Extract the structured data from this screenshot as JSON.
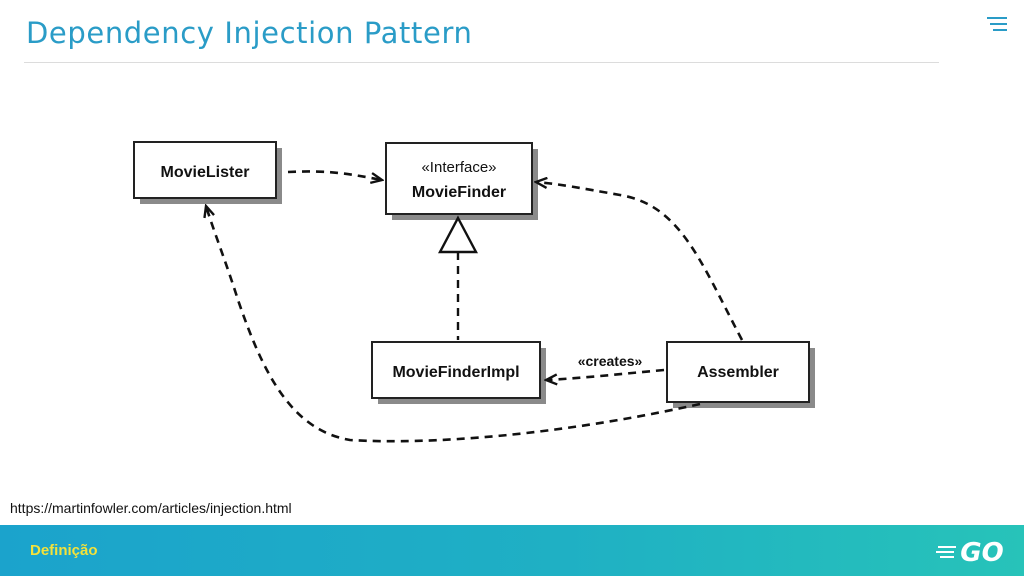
{
  "header": {
    "title": "Dependency Injection Pattern"
  },
  "diagram": {
    "nodes": {
      "movie_lister": "MovieLister",
      "movie_finder_stereotype": "«Interface»",
      "movie_finder": "MovieFinder",
      "movie_finder_impl": "MovieFinderImpl",
      "assembler": "Assembler"
    },
    "creates_label": "«creates»"
  },
  "source_link": {
    "text": "https://martinfowler.com/articles/injection.html"
  },
  "footer": {
    "section_label": "Definição",
    "logo_text": "GO"
  },
  "colors": {
    "title": "#2a9cc7",
    "footer_start": "#1ba3cc",
    "footer_end": "#27c3b9",
    "footer_label": "#f4e23a"
  }
}
